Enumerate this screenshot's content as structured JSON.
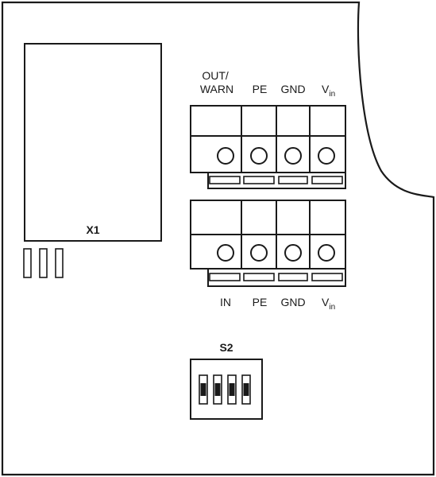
{
  "connector": {
    "label": "X1"
  },
  "top_terminal_block": {
    "labels": [
      "OUT/\nWARN",
      "PE",
      "GND",
      "V"
    ],
    "vin_subscript": "in"
  },
  "bottom_terminal_block": {
    "labels": [
      "IN",
      "PE",
      "GND",
      "V"
    ],
    "vin_subscript": "in"
  },
  "dip_switch": {
    "label": "S2",
    "switch_count": 4
  }
}
